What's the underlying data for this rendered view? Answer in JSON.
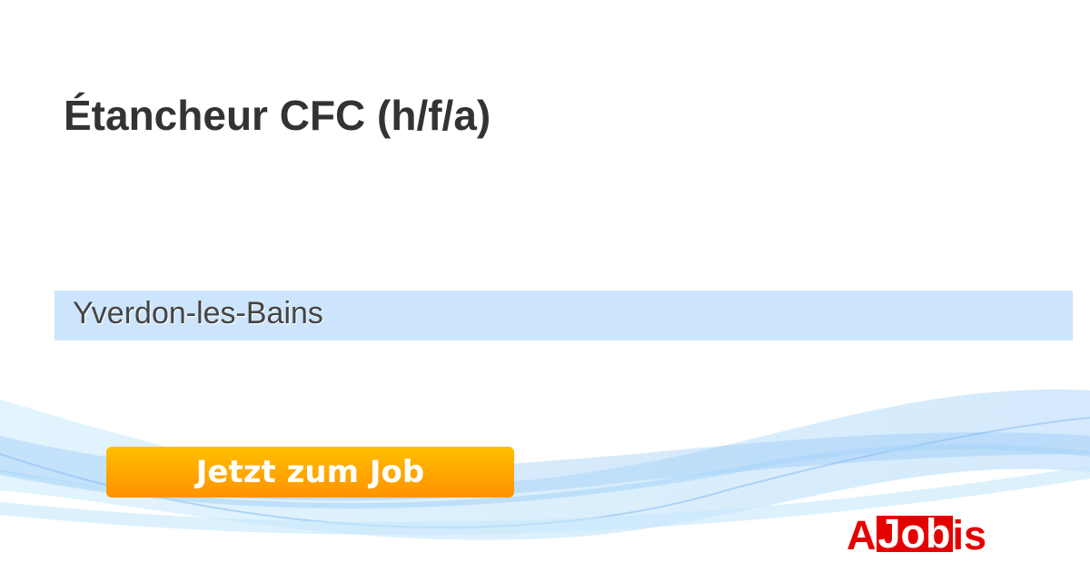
{
  "job": {
    "title": "Étancheur CFC (h/f/a)",
    "location": "Yverdon-les-Bains"
  },
  "cta": {
    "label": "Jetzt zum Job"
  },
  "logo": {
    "part1": "A",
    "part2": "Job",
    "part3": "is"
  },
  "colors": {
    "accent": "#ff9f00",
    "brand": "#e50000",
    "band": "#cce5fc"
  }
}
